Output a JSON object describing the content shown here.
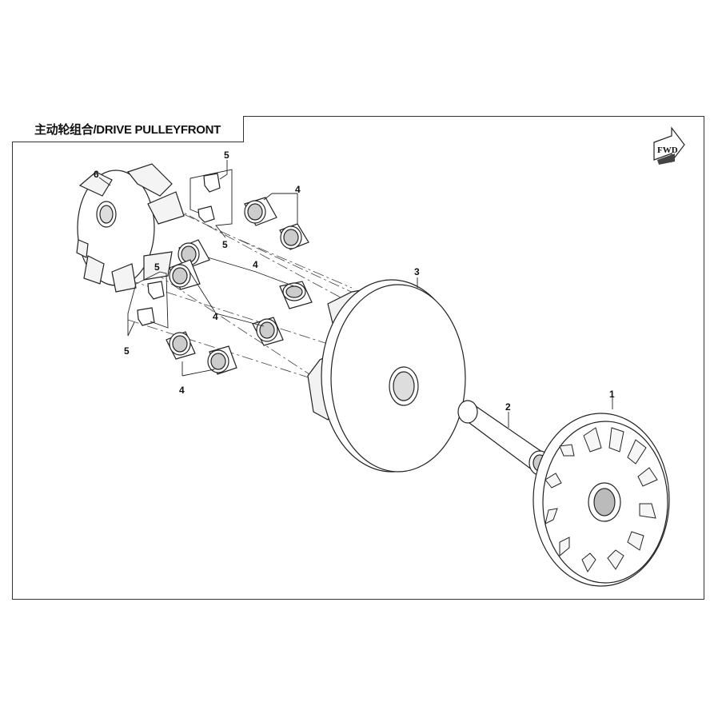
{
  "title": "主动轮组合/DRIVE PULLEYFRONT",
  "fwd_label": "FWD",
  "callouts": {
    "c1": "1",
    "c2": "2",
    "c3": "3",
    "c4a": "4",
    "c4b": "4",
    "c4c": "4",
    "c4d": "4",
    "c5a": "5",
    "c5b": "5",
    "c5c": "5",
    "c5d": "5",
    "c6": "6"
  }
}
